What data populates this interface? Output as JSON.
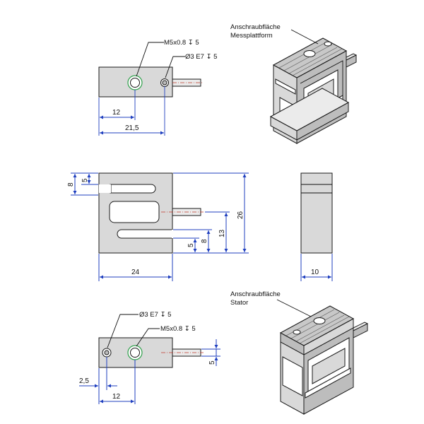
{
  "callouts": {
    "top_thread": "M5x0.8 ↧ 5",
    "top_pin": "Ø3 E7 ↧ 5",
    "bottom_pin": "Ø3 E7 ↧ 5",
    "bottom_thread": "M5x0.8 ↧ 5",
    "iso_top_line1": "Anschraubfläche",
    "iso_top_line2": "Messplattform",
    "iso_bottom_line1": "Anschraubfläche",
    "iso_bottom_line2": "Stator"
  },
  "dimensions": {
    "top_12": "12",
    "top_21_5": "21,5",
    "front_8": "8",
    "front_5_top": "5",
    "front_26": "26",
    "front_13": "13",
    "front_8_low": "8",
    "front_5_low": "5",
    "front_24": "24",
    "side_10": "10",
    "bottom_2_5": "2,5",
    "bottom_12": "12",
    "bottom_5": "5"
  },
  "colors": {
    "dimension": "#1f3fbf",
    "hole_outline": "#2e9e4a",
    "centerline": "#c0392b"
  }
}
